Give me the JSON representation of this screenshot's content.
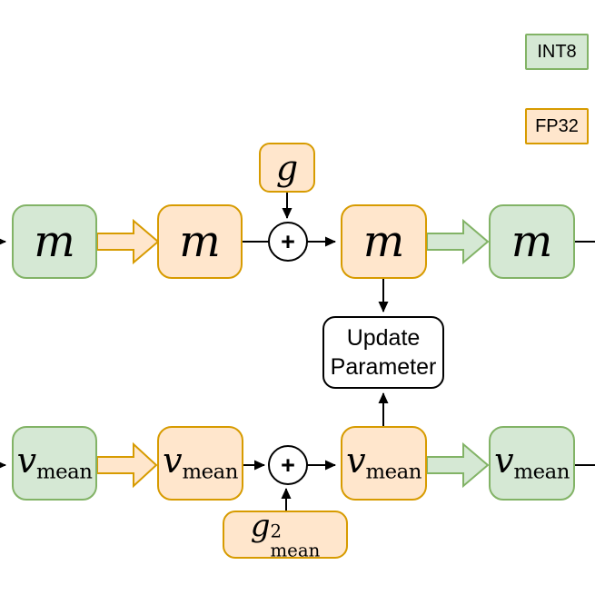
{
  "colors": {
    "int8_fill": "#d5e8d4",
    "int8_border": "#82b366",
    "fp32_fill": "#ffe6cc",
    "fp32_border": "#d79b00",
    "line_color": "#000000"
  },
  "legend": {
    "int8_label": "INT8",
    "fp32_label": "FP32"
  },
  "symbols": {
    "plus": "+"
  },
  "top_row": {
    "m_int8_prev": {
      "base": "m"
    },
    "m_fp32_in": {
      "base": "m"
    },
    "m_fp32_out": {
      "base": "m"
    },
    "m_int8_next": {
      "base": "m"
    },
    "g": {
      "base": "g"
    }
  },
  "bottom_row": {
    "v_int8_prev": {
      "base": "v",
      "sub": "mean"
    },
    "v_fp32_in": {
      "base": "v",
      "sub": "mean"
    },
    "v_fp32_out": {
      "base": "v",
      "sub": "mean"
    },
    "v_int8_next": {
      "base": "v",
      "sub": "mean"
    },
    "g2": {
      "base": "g",
      "sup": "2",
      "sub": "mean"
    }
  },
  "update_box": {
    "line1": "Update",
    "line2": "Parameter"
  }
}
